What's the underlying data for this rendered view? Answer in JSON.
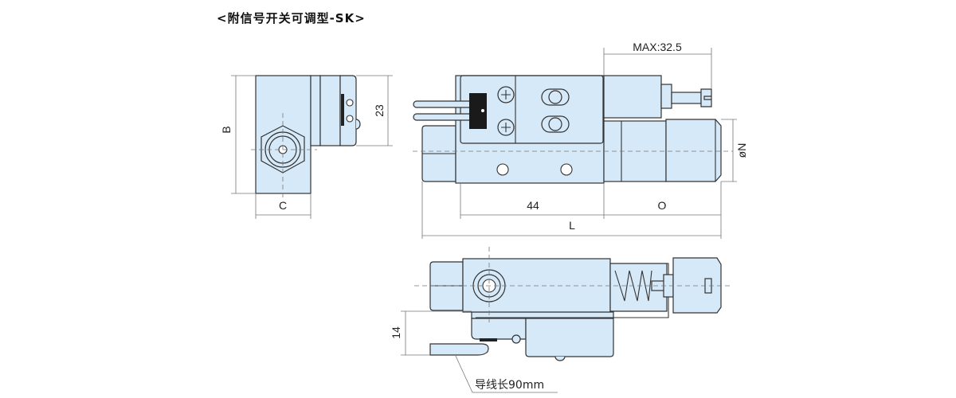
{
  "title": "<附信号开关可调型-SK>",
  "dimensions": {
    "side_height": "B",
    "side_width": "C",
    "switch_height": "23",
    "max_stroke": "MAX:32.5",
    "diameter": "øN",
    "body_length": "44",
    "extension": "O",
    "total_length": "L",
    "bottom_height": "14",
    "wire_length": "导线长90mm"
  },
  "colors": {
    "fill": "#d6e9f8",
    "outline": "#333333"
  }
}
